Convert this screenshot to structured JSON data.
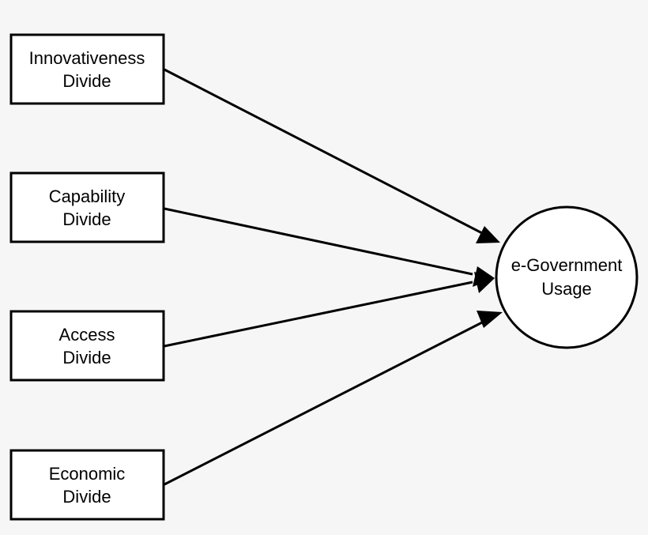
{
  "diagram": {
    "sources": [
      {
        "line1": "Innovativeness",
        "line2": "Divide"
      },
      {
        "line1": "Capability",
        "line2": "Divide"
      },
      {
        "line1": "Access",
        "line2": "Divide"
      },
      {
        "line1": "Economic",
        "line2": "Divide"
      }
    ],
    "target": {
      "line1": "e-Government",
      "line2": "Usage"
    },
    "edges": [
      {
        "from": "sources.0",
        "to": "target"
      },
      {
        "from": "sources.1",
        "to": "target"
      },
      {
        "from": "sources.2",
        "to": "target"
      },
      {
        "from": "sources.3",
        "to": "target"
      }
    ]
  }
}
